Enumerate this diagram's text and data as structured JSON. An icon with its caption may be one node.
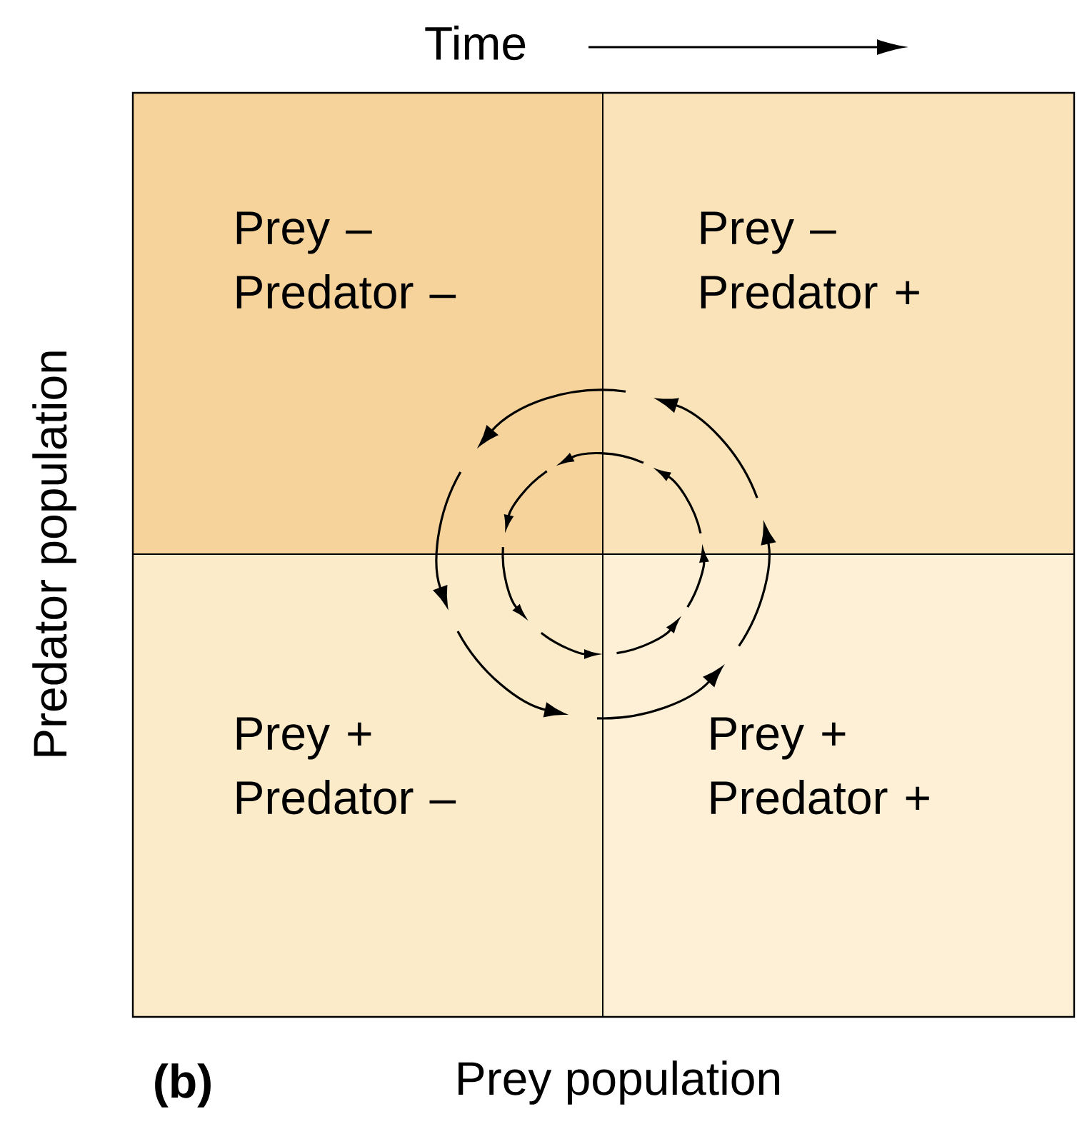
{
  "diagram": {
    "nodes": [
      {
        "text": [
          "Prey – Predator –"
        ]
      },
      {
        "text": [
          "Prey – Predator +"
        ]
      },
      {
        "text": [
          "Prey + Predator –"
        ]
      },
      {
        "text": [
          "Prey + Predator +"
        ]
      }
    ],
    "labels": [
      "Time",
      "Predator population",
      "Prey population",
      "(b)"
    ]
  }
}
